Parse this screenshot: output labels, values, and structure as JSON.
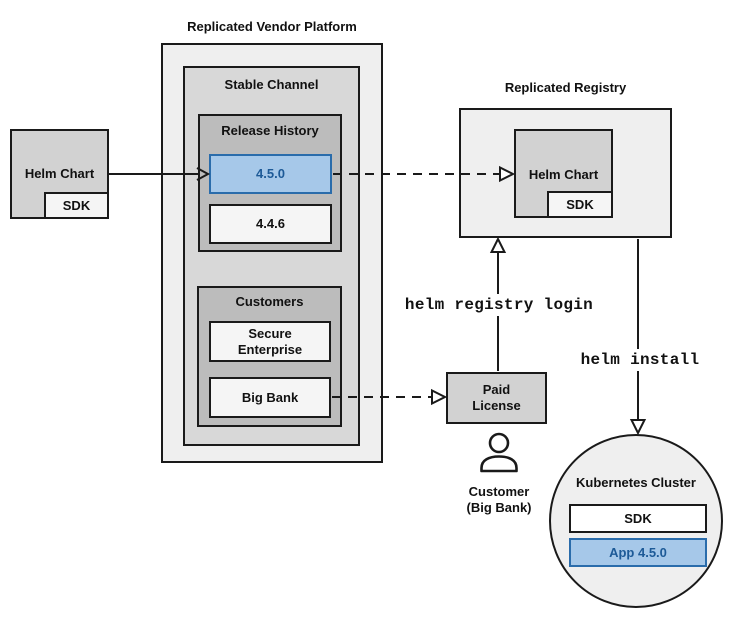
{
  "platform": {
    "title": "Replicated Vendor Platform",
    "stable_channel_title": "Stable Channel",
    "release_history_title": "Release History",
    "releases": [
      "4.5.0",
      "4.4.6"
    ],
    "customers_title": "Customers",
    "customer_items": [
      "Secure\nEnterprise",
      "Big Bank"
    ]
  },
  "source": {
    "helm_chart": "Helm Chart",
    "sdk": "SDK"
  },
  "registry": {
    "title": "Replicated Registry",
    "helm_chart": "Helm Chart",
    "sdk": "SDK"
  },
  "license": {
    "label": "Paid\nLicense"
  },
  "customer": {
    "label": "Customer\n(Big Bank)"
  },
  "cluster": {
    "title": "Kubernetes Cluster",
    "sdk": "SDK",
    "app": "App 4.5.0"
  },
  "commands": {
    "registry_login": "helm registry login",
    "install": "helm install"
  },
  "colors": {
    "highlight_fill": "#a6c8e9",
    "highlight_border": "#2a6cab",
    "highlight_text": "#1d5a97",
    "box_border": "#1a1a1a",
    "outer_fill": "#efefef",
    "channel_fill": "#d8d8d8",
    "group_fill": "#bcbcbc",
    "chart_fill": "#d2d2d2",
    "item_fill": "#f5f5f5"
  }
}
